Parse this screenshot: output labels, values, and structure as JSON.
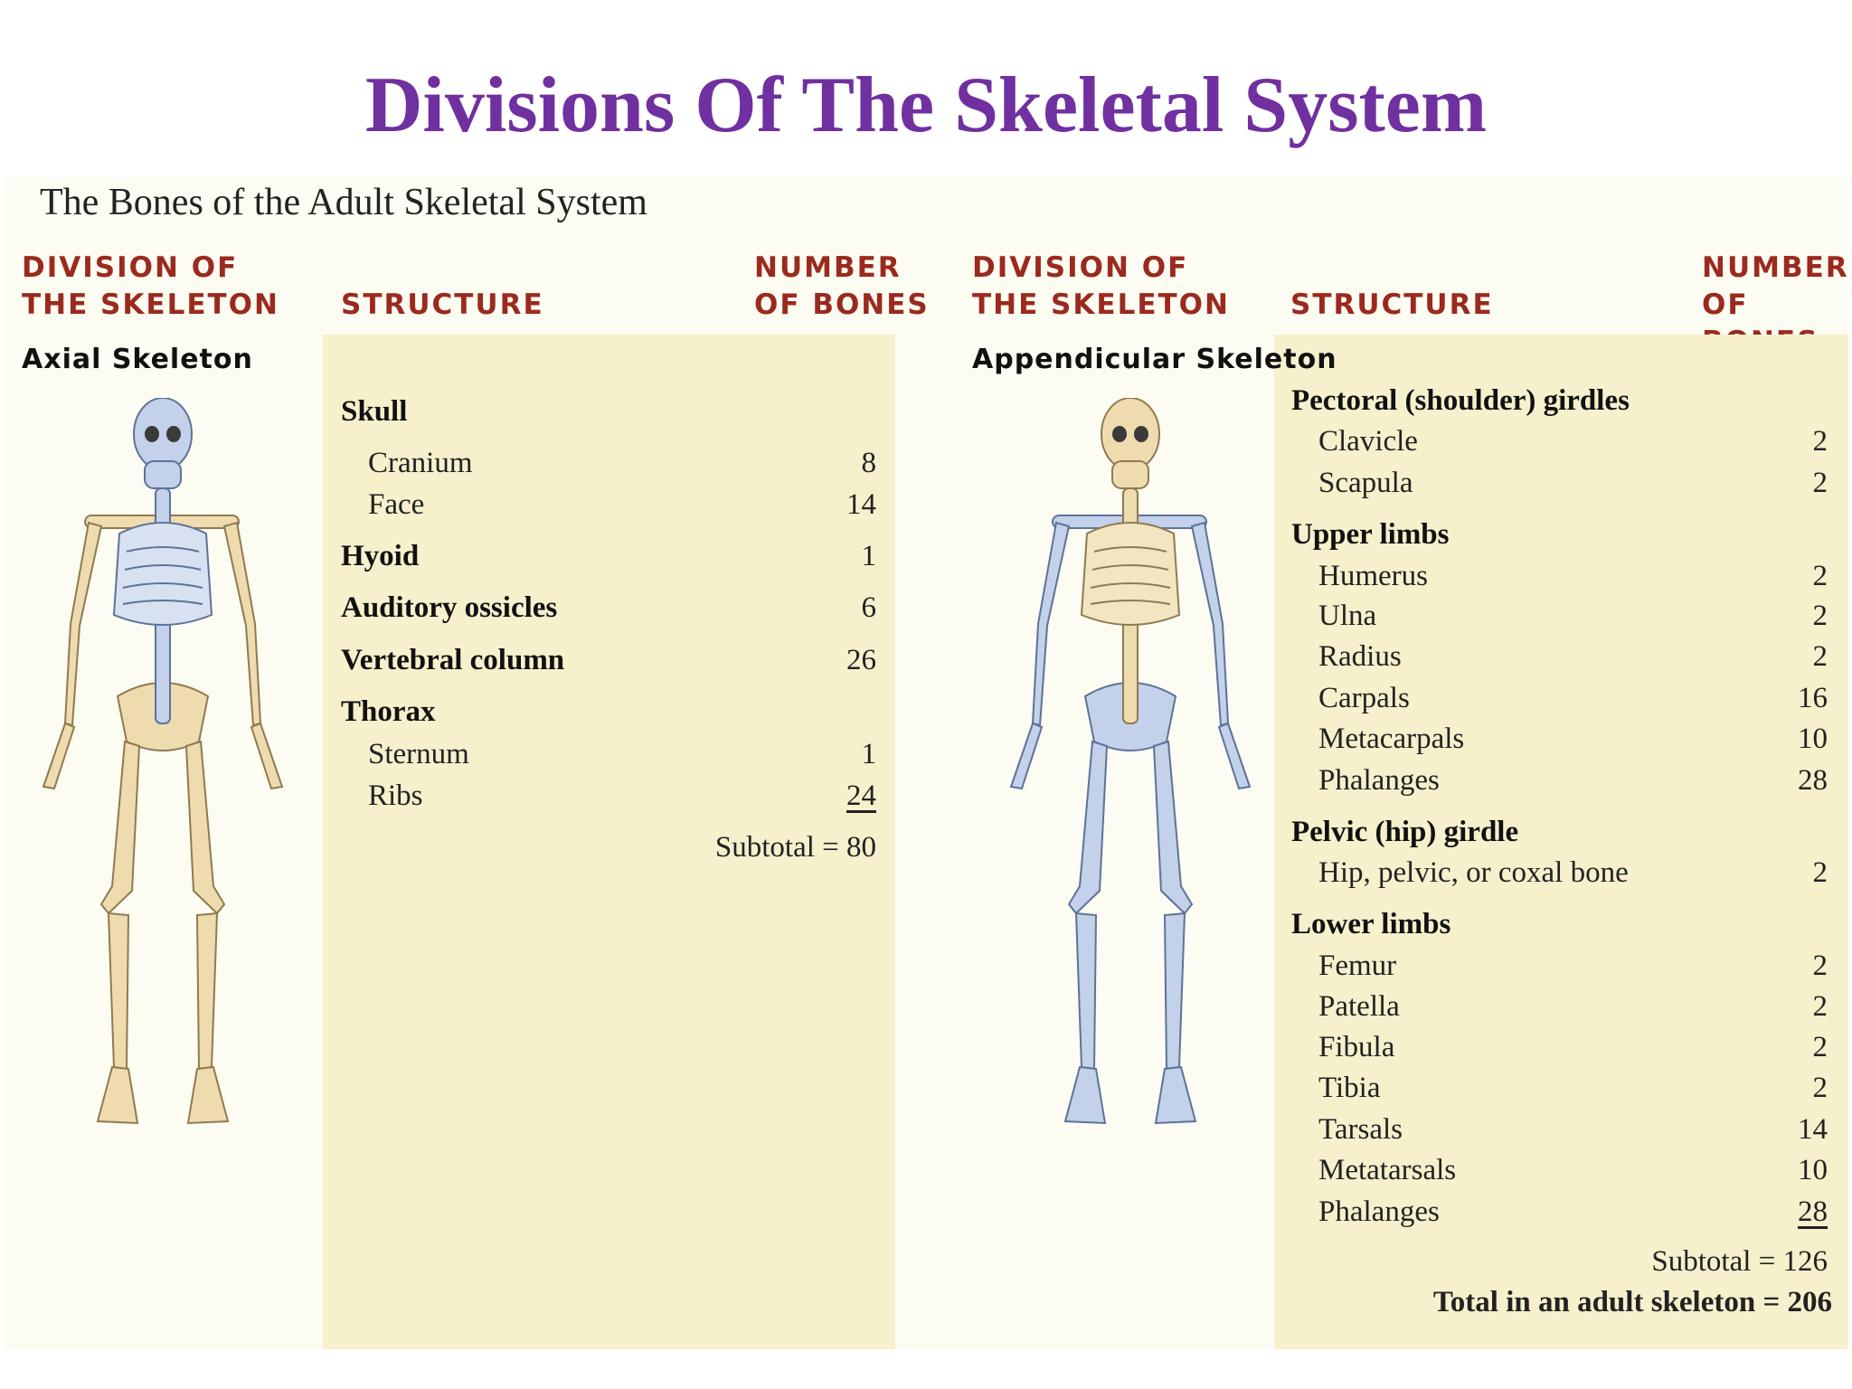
{
  "slide_title": "Divisions Of The Skeletal System",
  "table_title": "The Bones of the Adult Skeletal System",
  "headers": {
    "division": "DIVISION OF\nTHE SKELETON",
    "structure": "STRUCTURE",
    "number": "NUMBER\nOF BONES"
  },
  "axial": {
    "division_name": "Axial Skeleton",
    "rows": [
      {
        "label": "Skull",
        "type": "group",
        "value": ""
      },
      {
        "label": "Cranium",
        "type": "item",
        "value": "8"
      },
      {
        "label": "Face",
        "type": "item",
        "value": "14"
      },
      {
        "label": "Hyoid",
        "type": "group",
        "value": "1"
      },
      {
        "label": "Auditory ossicles",
        "type": "group",
        "value": "6"
      },
      {
        "label": "Vertebral column",
        "type": "group",
        "value": "26"
      },
      {
        "label": "Thorax",
        "type": "group",
        "value": ""
      },
      {
        "label": "Sternum",
        "type": "item",
        "value": "1"
      },
      {
        "label": "Ribs",
        "type": "item",
        "value": "24"
      }
    ],
    "subtotal": "Subtotal = 80"
  },
  "appendicular": {
    "division_name": "Appendicular Skeleton",
    "rows": [
      {
        "label": "Pectoral (shoulder) girdles",
        "type": "group",
        "value": ""
      },
      {
        "label": "Clavicle",
        "type": "item",
        "value": "2"
      },
      {
        "label": "Scapula",
        "type": "item",
        "value": "2"
      },
      {
        "label": "Upper limbs",
        "type": "group",
        "value": ""
      },
      {
        "label": "Humerus",
        "type": "item",
        "value": "2"
      },
      {
        "label": "Ulna",
        "type": "item",
        "value": "2"
      },
      {
        "label": "Radius",
        "type": "item",
        "value": "2"
      },
      {
        "label": "Carpals",
        "type": "item",
        "value": "16"
      },
      {
        "label": "Metacarpals",
        "type": "item",
        "value": "10"
      },
      {
        "label": "Phalanges",
        "type": "item",
        "value": "28"
      },
      {
        "label": "Pelvic (hip) girdle",
        "type": "group",
        "value": ""
      },
      {
        "label": "Hip, pelvic, or coxal bone",
        "type": "item",
        "value": "2"
      },
      {
        "label": "Lower limbs",
        "type": "group",
        "value": ""
      },
      {
        "label": "Femur",
        "type": "item",
        "value": "2"
      },
      {
        "label": "Patella",
        "type": "item",
        "value": "2"
      },
      {
        "label": "Fibula",
        "type": "item",
        "value": "2"
      },
      {
        "label": "Tibia",
        "type": "item",
        "value": "2"
      },
      {
        "label": "Tarsals",
        "type": "item",
        "value": "14"
      },
      {
        "label": "Metatarsals",
        "type": "item",
        "value": "10"
      },
      {
        "label": "Phalanges",
        "type": "item",
        "value": "28"
      }
    ],
    "subtotal": "Subtotal = 126",
    "total": "Total in an adult skeleton = 206"
  },
  "colors": {
    "title": "#7030a0",
    "header": "#9b2a1e",
    "band": "#f6f0cc",
    "panel": "#fdfcf2",
    "bone_highlight": "#f0dca8",
    "bone_muted": "#b9c8e2"
  }
}
